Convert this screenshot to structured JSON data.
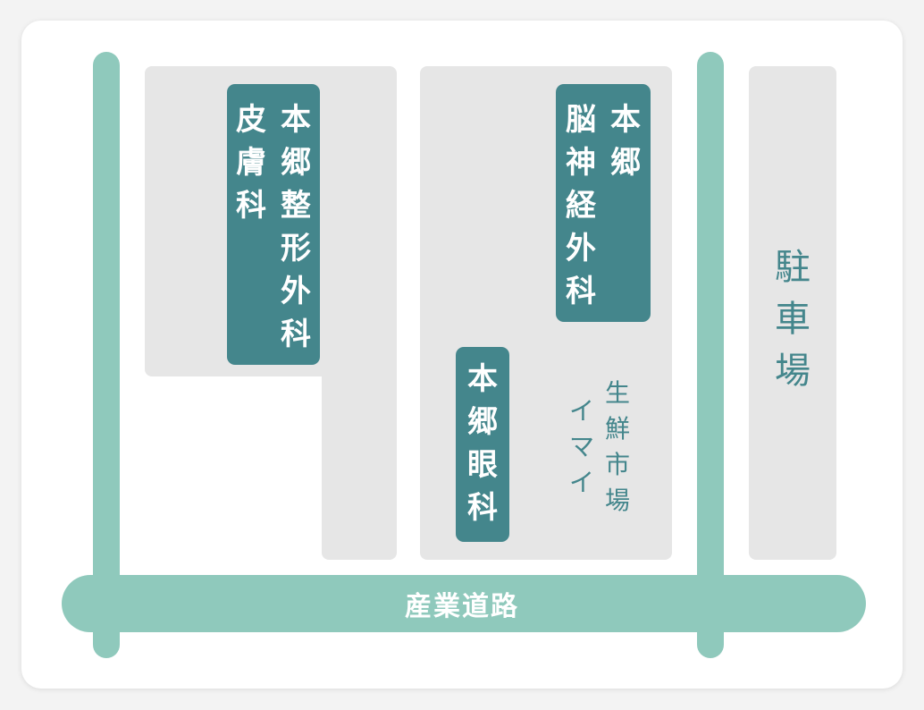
{
  "colors": {
    "road": "#8fc9bc",
    "building": "#e6e6e6",
    "label_bg": "#44868c",
    "label_text": "#ffffff",
    "plain_text": "#44868c",
    "background": "#ffffff"
  },
  "road": {
    "name": "産業道路"
  },
  "places": {
    "hongo_seikei": {
      "line1": "本郷整形外科",
      "line2": "皮膚科"
    },
    "hongo_noushinkei": {
      "line1": "本郷",
      "line2": "脳神経外科"
    },
    "hongo_ganka": {
      "name": "本郷眼科"
    },
    "imai_market": {
      "line1": "生鮮市場",
      "line2": "イマイ"
    },
    "parking": {
      "name": "駐車場"
    }
  }
}
